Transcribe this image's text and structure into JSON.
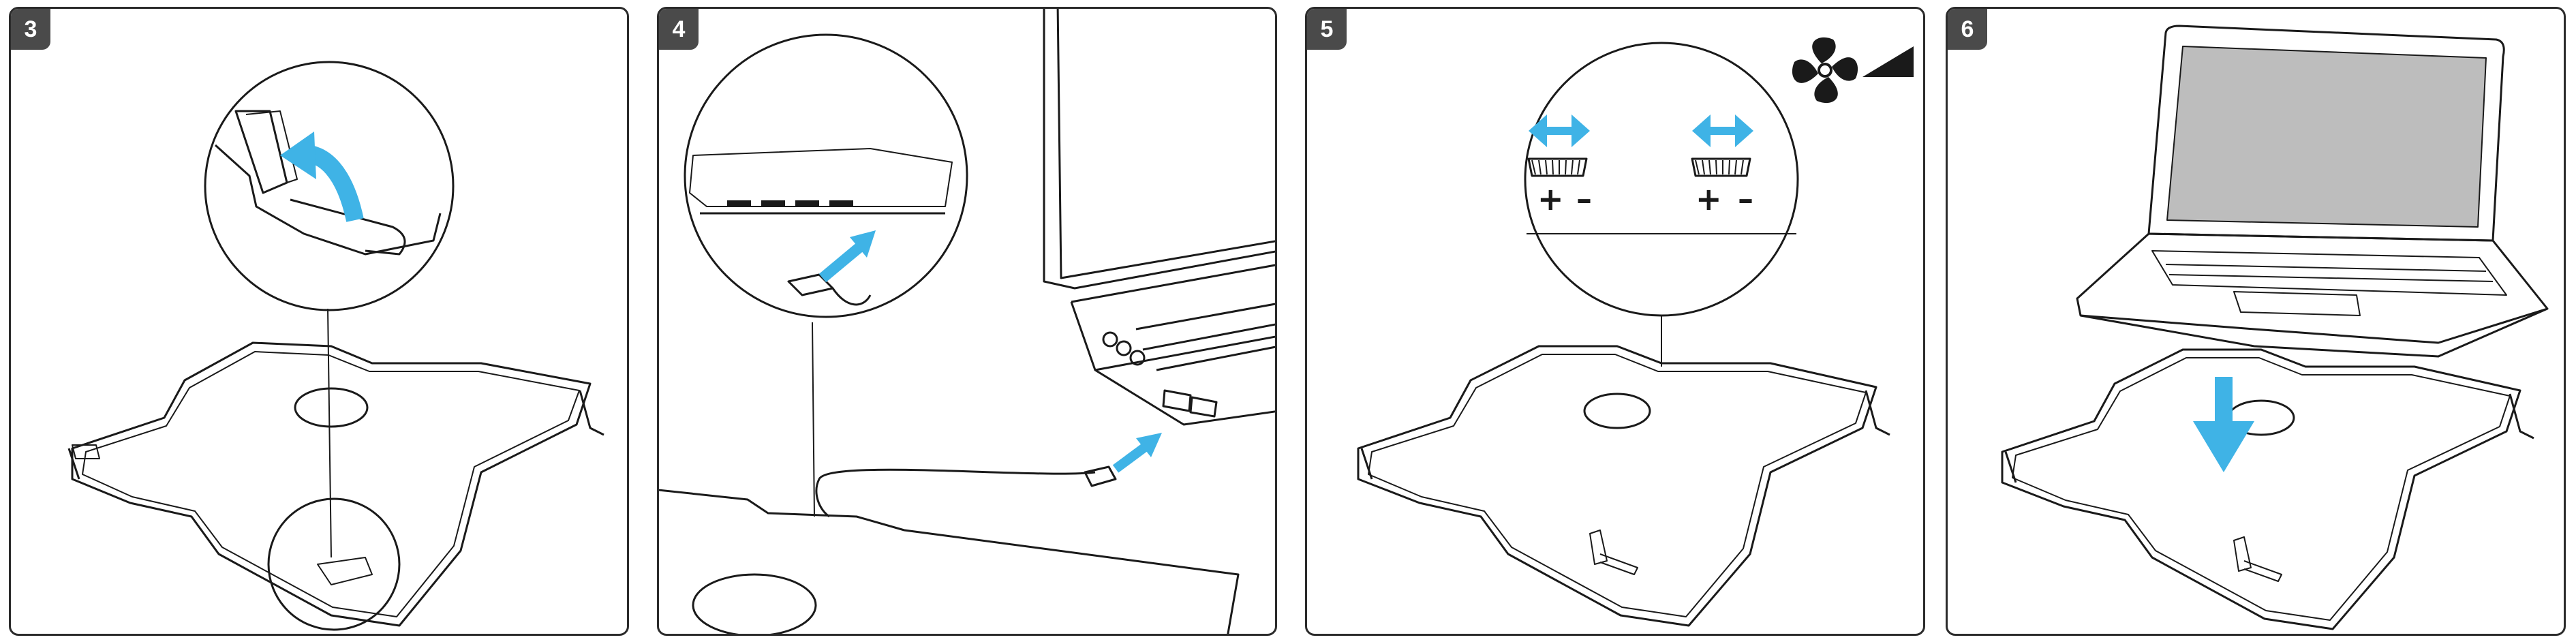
{
  "steps": [
    {
      "number": "3"
    },
    {
      "number": "4"
    },
    {
      "number": "5",
      "plus_label": "+",
      "minus_label": "–"
    },
    {
      "number": "6"
    }
  ],
  "colors": {
    "arrow": "#3fb3e6",
    "line": "#1a1a1a",
    "badge": "#4a4a4a"
  },
  "icons": [
    "fan-icon",
    "speed-ramp-icon",
    "double-arrow-icon",
    "usb-plug-icon",
    "down-arrow-icon"
  ]
}
